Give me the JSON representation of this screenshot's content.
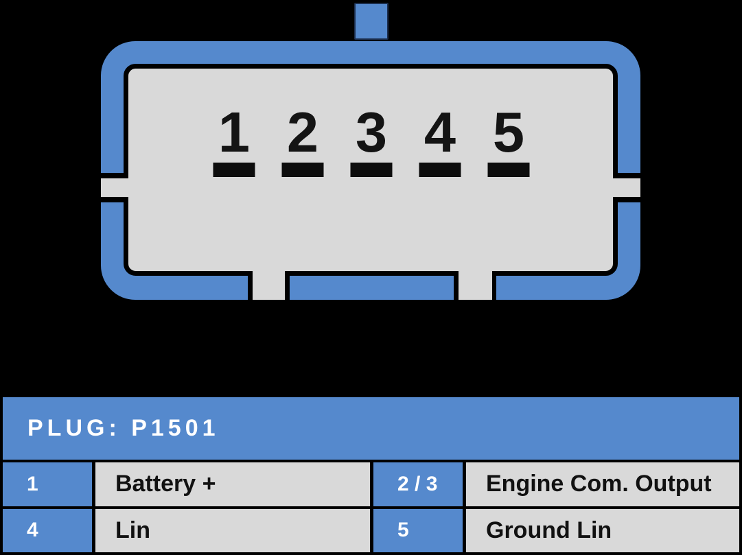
{
  "colors": {
    "background": "#000000",
    "blue": "#5589CD",
    "gray": "#D9D9D9",
    "outline": "#000000",
    "digit": "#141414",
    "header_text": "#FFFFFF",
    "desc_text": "#111111"
  },
  "connector": {
    "pins": [
      "1",
      "2",
      "3",
      "4",
      "5"
    ]
  },
  "table": {
    "title": "PLUG: P1501",
    "rows": [
      {
        "pin_a": "1",
        "desc_a": "Battery +",
        "pin_b": "2 / 3",
        "desc_b": "Engine Com. Output"
      },
      {
        "pin_a": "4",
        "desc_a": "Lin",
        "pin_b": "5",
        "desc_b": "Ground Lin"
      }
    ]
  }
}
